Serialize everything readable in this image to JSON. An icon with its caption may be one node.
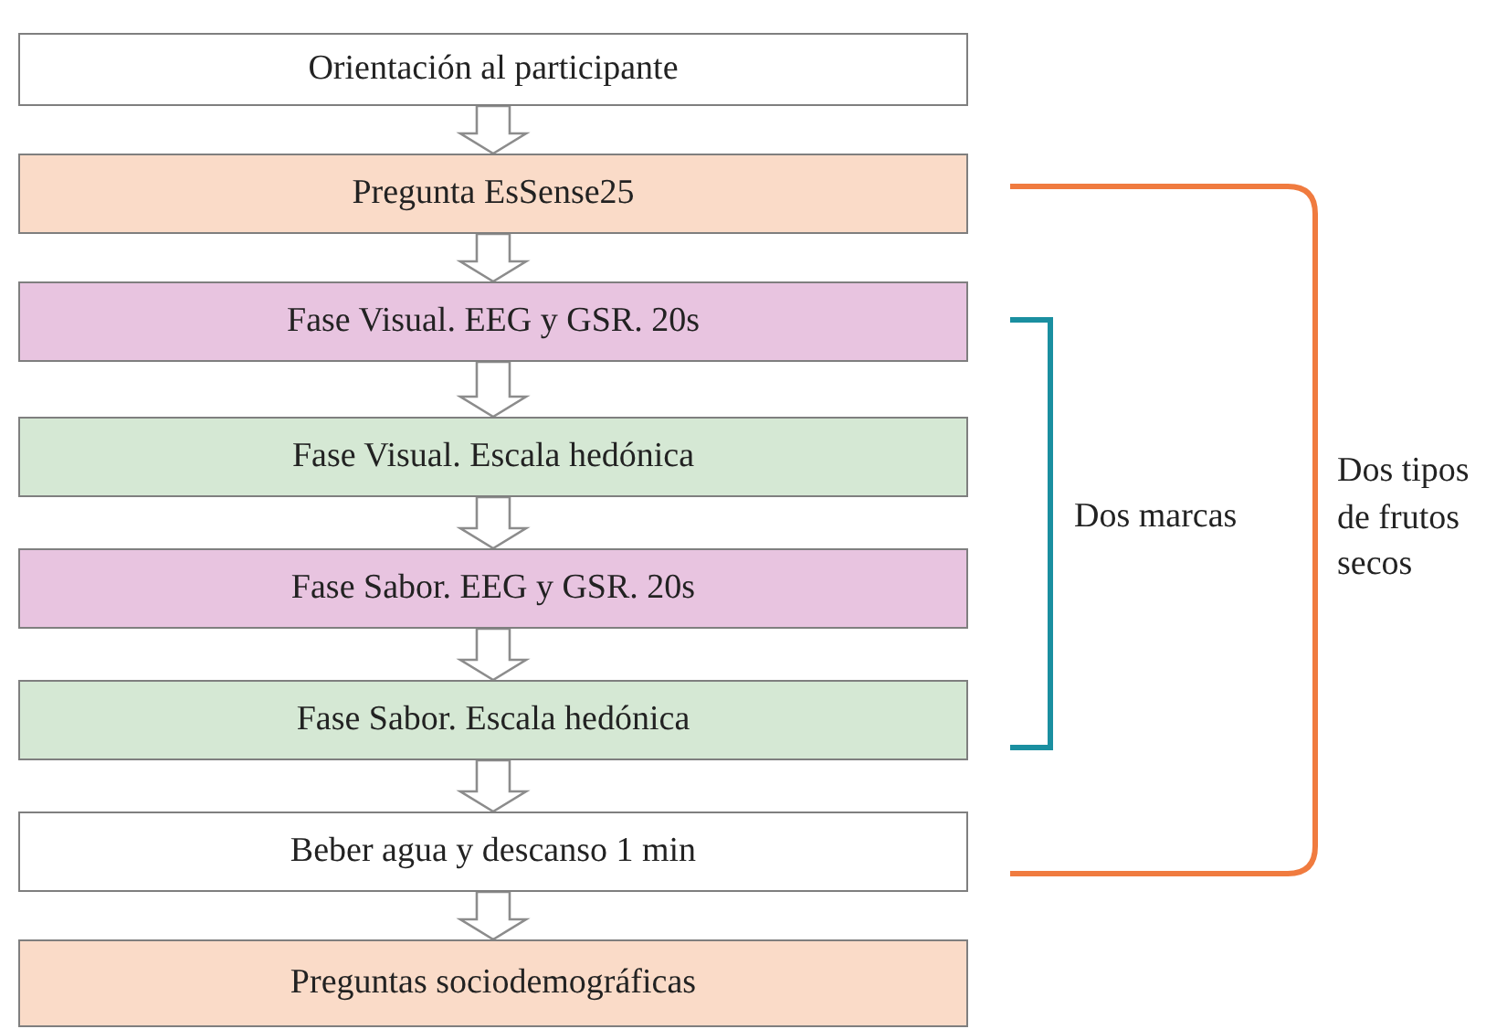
{
  "diagram": {
    "nodes": [
      {
        "text": [
          "Orientación al participante"
        ]
      },
      {
        "text": [
          "Pregunta EsSense25"
        ]
      },
      {
        "text": [
          "Fase Visual. EEG y GSR. 20s"
        ]
      },
      {
        "text": [
          "Fase Visual. Escala hedónica"
        ]
      },
      {
        "text": [
          "Fase Sabor. EEG y GSR. 20s"
        ]
      },
      {
        "text": [
          "Fase Sabor. Escala hedónica"
        ]
      },
      {
        "text": [
          "Beber agua y descanso 1 min"
        ]
      },
      {
        "text": [
          "Preguntas sociodemográficas"
        ]
      }
    ],
    "edges": [
      {
        "from": 0,
        "to": 1,
        "arrow": "to"
      },
      {
        "from": 1,
        "to": 2,
        "arrow": "to"
      },
      {
        "from": 2,
        "to": 3,
        "arrow": "to"
      },
      {
        "from": 3,
        "to": 4,
        "arrow": "to"
      },
      {
        "from": 4,
        "to": 5,
        "arrow": "to"
      },
      {
        "from": 5,
        "to": 6,
        "arrow": "to"
      },
      {
        "from": 6,
        "to": 7,
        "arrow": "to"
      }
    ],
    "labels": [
      "Dos marcas",
      "Dos tipos de frutos secos"
    ]
  }
}
